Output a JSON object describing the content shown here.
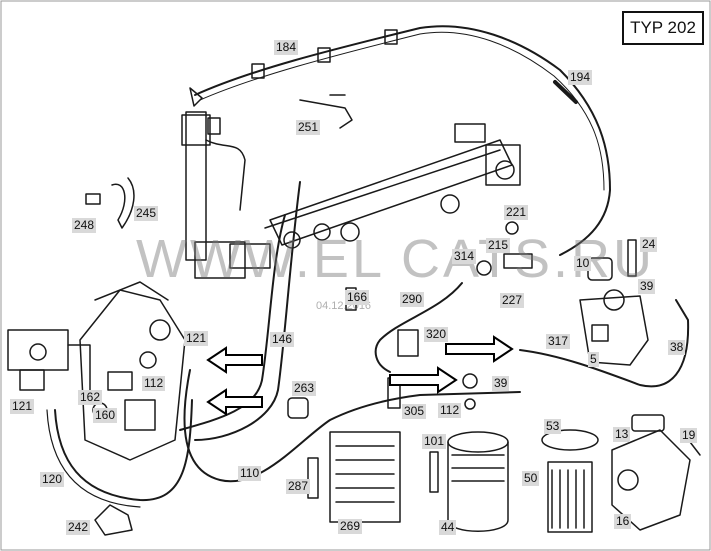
{
  "model_label": "TYP 202",
  "watermark": "WWW.EL CATS.RU",
  "watermark_date": "04.12.2016",
  "callouts": [
    "184",
    "194",
    "251",
    "245",
    "248",
    "221",
    "215",
    "314",
    "24",
    "10",
    "39",
    "227",
    "166",
    "290",
    "317",
    "38",
    "5",
    "320",
    "121",
    "146",
    "112",
    "263",
    "162",
    "160",
    "305",
    "13",
    "19",
    "53",
    "101",
    "110",
    "287",
    "120",
    "269",
    "50",
    "16",
    "242",
    "44"
  ],
  "arrow_color": "#000000",
  "line_color": "#1a1a1a",
  "callout_bg": "#d9d9d9"
}
